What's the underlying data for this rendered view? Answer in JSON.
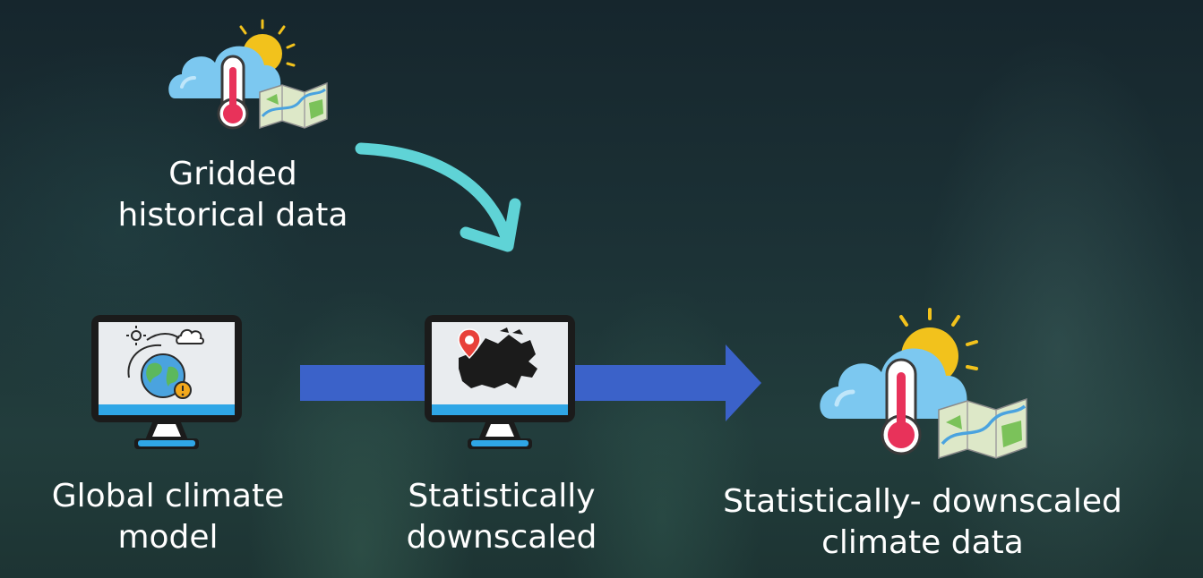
{
  "nodes": {
    "gridded": {
      "label": "Gridded\nhistorical data"
    },
    "gcm": {
      "label": "Global climate\nmodel"
    },
    "downscaling": {
      "label": "Statistically\ndownscaled"
    },
    "output": {
      "label": "Statistically- downscaled\nclimate data"
    }
  },
  "icons": {
    "gridded": [
      "cloud-icon",
      "sun-icon",
      "thermometer-icon",
      "map-icon"
    ],
    "gcm": [
      "monitor-icon",
      "globe-icon",
      "sun-icon",
      "cloud-icon"
    ],
    "downscaling": [
      "monitor-icon",
      "canada-map-icon",
      "location-pin-icon"
    ],
    "output": [
      "cloud-icon",
      "sun-icon",
      "thermometer-icon",
      "map-icon"
    ]
  },
  "colors": {
    "background": "#1c3236",
    "main_arrow": "#3b62c9",
    "curved_arrow": "#5fd3d6",
    "cloud": "#7cc8f0",
    "sun": "#f2c21c",
    "thermometer": "#e8325a",
    "screen_bezel": "#1b1b1b",
    "screen_base": "#2fa6e6"
  }
}
